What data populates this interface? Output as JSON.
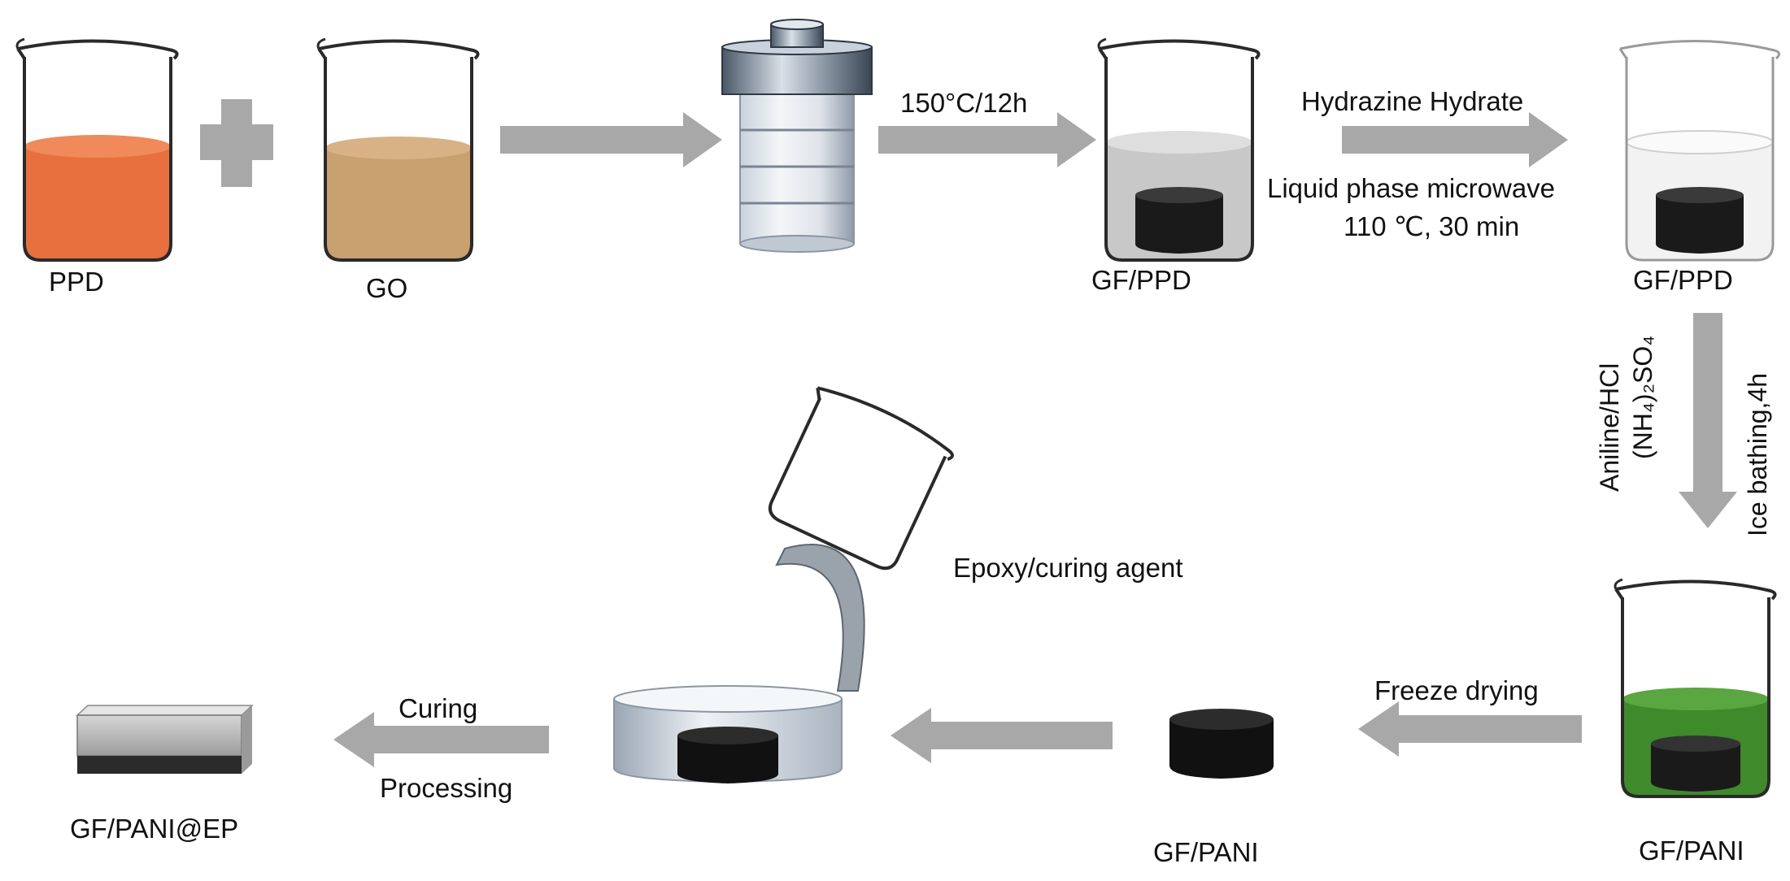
{
  "colors": {
    "ppd_liquid": "#e8703f",
    "go_liquid": "#c9a06f",
    "green_liquid": "#3f8a2a",
    "arrow": "#a8a8a8",
    "foam": "#1a1a1a"
  },
  "labels": {
    "ppd": "PPD",
    "go": "GO",
    "gf_ppd_1": "GF/PPD",
    "gf_ppd_2": "GF/PPD",
    "gf_pani_beaker": "GF/PANI",
    "gf_pani_foam": "GF/PANI",
    "gf_pani_ep": "GF/PANI@EP"
  },
  "steps": {
    "hydrothermal": "150°C/12h",
    "reduction_reagent": "Hydrazine Hydrate",
    "reduction_method": "Liquid phase microwave",
    "reduction_conditions": "110 ℃,  30 min",
    "polymer_line1": "Aniline/HCl",
    "polymer_line2": "(NH₄)₂SO₄",
    "polymer_line3": "Ice bathing,4h",
    "freeze_drying": "Freeze drying",
    "epoxy": "Epoxy/curing agent",
    "curing": "Curing",
    "processing": "Processing"
  },
  "icons": [
    "beaker-icon",
    "plus-icon",
    "autoclave-icon",
    "arrow-icon",
    "mold-icon",
    "composite-block-icon"
  ]
}
